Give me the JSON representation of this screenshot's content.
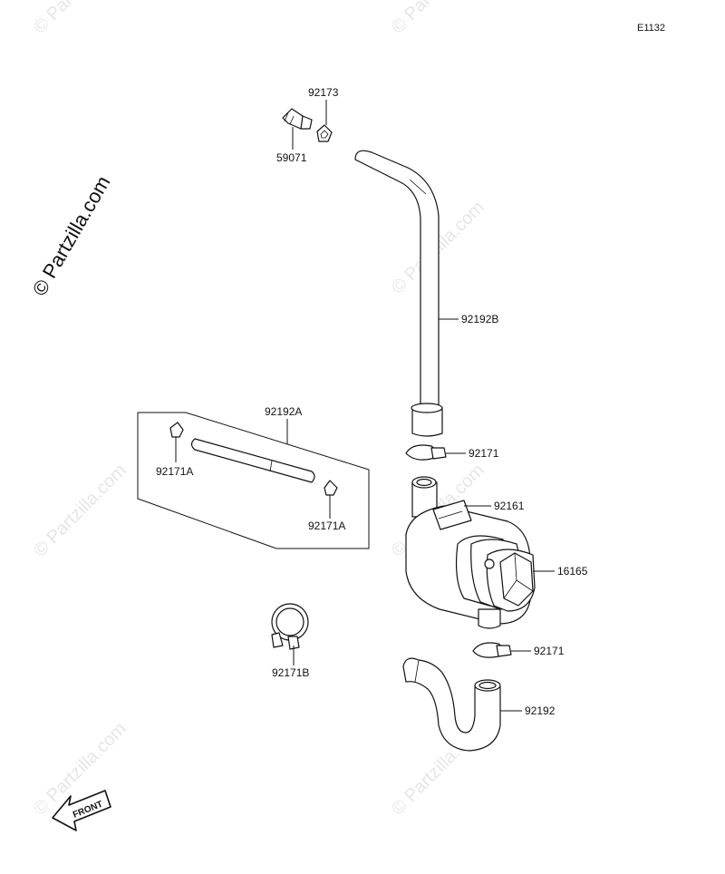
{
  "diagram": {
    "reference_code": "E1132",
    "watermark_main": "© Partzilla.com",
    "watermark_faint": "© Partzilla.com",
    "front_label": "FRONT",
    "labels": {
      "p92173": "92173",
      "p59071": "59071",
      "p92192B": "92192B",
      "p92192A": "92192A",
      "p92171A_1": "92171A",
      "p92171A_2": "92171A",
      "p92171_1": "92171",
      "p92161": "92161",
      "p16165": "16165",
      "p92171_2": "92171",
      "p92171B": "92171B",
      "p92192": "92192"
    }
  }
}
